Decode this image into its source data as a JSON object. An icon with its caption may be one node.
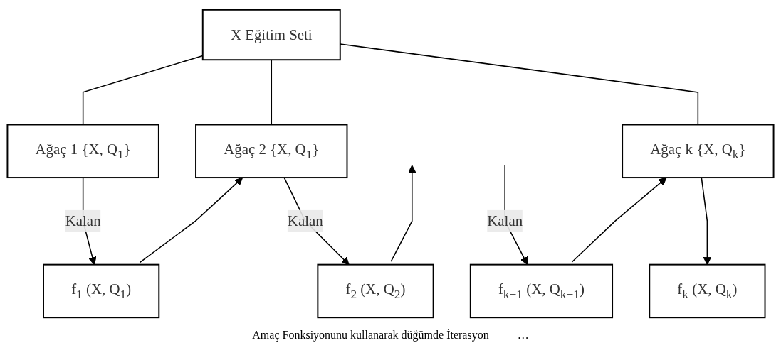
{
  "diagram": {
    "nodes": [
      {
        "text": [
          "X Eğitim Seti"
        ]
      },
      {
        "text": [
          "Ağaç 1 {X, Q$_{1}$}"
        ]
      },
      {
        "text": [
          "Ağaç 2 {X, Q$_{1}$}"
        ]
      },
      {
        "text": [
          "Ağaç k {X, Q$_{k}$}"
        ]
      },
      {
        "text": [
          "f$_{1}$ (X, Q$_{1}$)"
        ]
      },
      {
        "text": [
          "f$_{2}$ (X, Q$_{2}$)"
        ]
      },
      {
        "text": [
          "f$_{k−1}$ (X, Q$_{k−1}$)"
        ]
      },
      {
        "text": [
          "f$_{k}$ (X, Q$_{k}$)"
        ]
      }
    ],
    "edges": [
      {
        "from": 0,
        "to": 1,
        "arrow": "none"
      },
      {
        "from": 0,
        "to": 2,
        "arrow": "none"
      },
      {
        "from": 0,
        "to": 3,
        "arrow": "none"
      },
      {
        "from": 1,
        "to": 4,
        "arrow": "to",
        "label": "Kalan"
      },
      {
        "from": 4,
        "to": 2,
        "arrow": "to"
      },
      {
        "from": 2,
        "to": 5,
        "arrow": "to",
        "label": "Kalan"
      },
      {
        "from": 5,
        "to": null,
        "arrow": "to"
      },
      {
        "from": null,
        "to": 6,
        "arrow": "to",
        "label": "Kalan"
      },
      {
        "from": 6,
        "to": 3,
        "arrow": "to"
      },
      {
        "from": 3,
        "to": 7,
        "arrow": "to"
      }
    ],
    "labels": [
      "Amaç Fonksiyonunu kullanarak düğümde İterasyon",
      "…"
    ]
  }
}
